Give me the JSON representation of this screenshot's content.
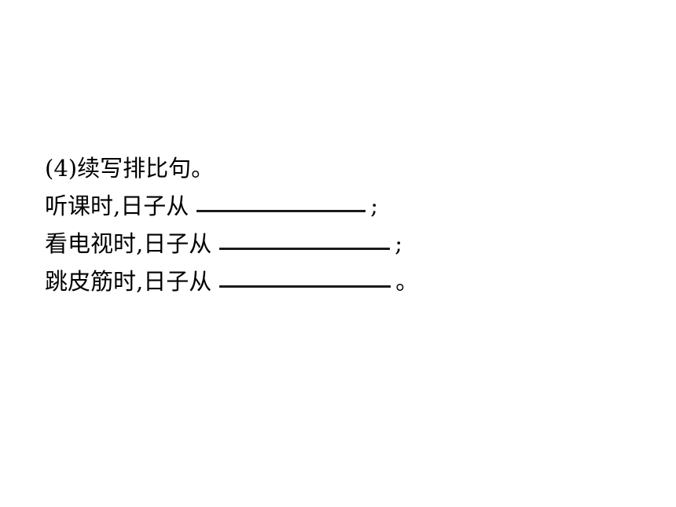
{
  "exercise": {
    "heading": "(4)续写排比句。",
    "lines": [
      {
        "prompt": "听课时,日子从",
        "end": ";"
      },
      {
        "prompt": "看电视时,日子从",
        "end": ";"
      },
      {
        "prompt": "跳皮筋时,日子从",
        "end": "。"
      }
    ]
  }
}
